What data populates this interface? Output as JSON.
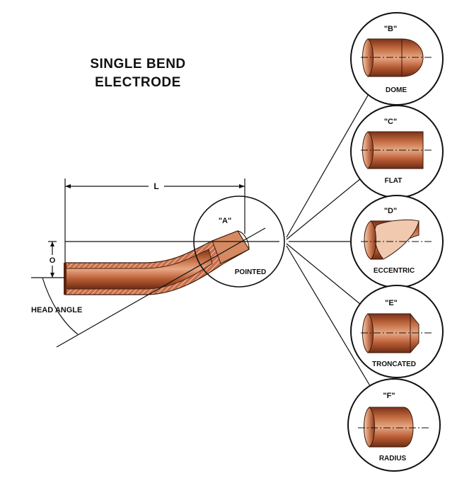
{
  "title": {
    "line1": "SINGLE BEND",
    "line2": "ELECTRODE"
  },
  "dimensions": {
    "length_label": "L",
    "offset_label": "O",
    "head_angle_label": "HEAD ANGLE"
  },
  "tips": [
    {
      "key": "A",
      "label": "\"A\"",
      "name": "POINTED"
    },
    {
      "key": "B",
      "label": "\"B\"",
      "name": "DOME"
    },
    {
      "key": "C",
      "label": "\"C\"",
      "name": "FLAT"
    },
    {
      "key": "D",
      "label": "\"D\"",
      "name": "ECCENTRIC"
    },
    {
      "key": "E",
      "label": "\"E\"",
      "name": "TRONCATED"
    },
    {
      "key": "F",
      "label": "\"F\"",
      "name": "RADIUS"
    }
  ],
  "colors": {
    "copper_dark": "#8a3a1c",
    "copper": "#b8613a",
    "copper_light": "#e0a07e",
    "copper_highlight": "#f3cdb5",
    "line": "#111111"
  }
}
